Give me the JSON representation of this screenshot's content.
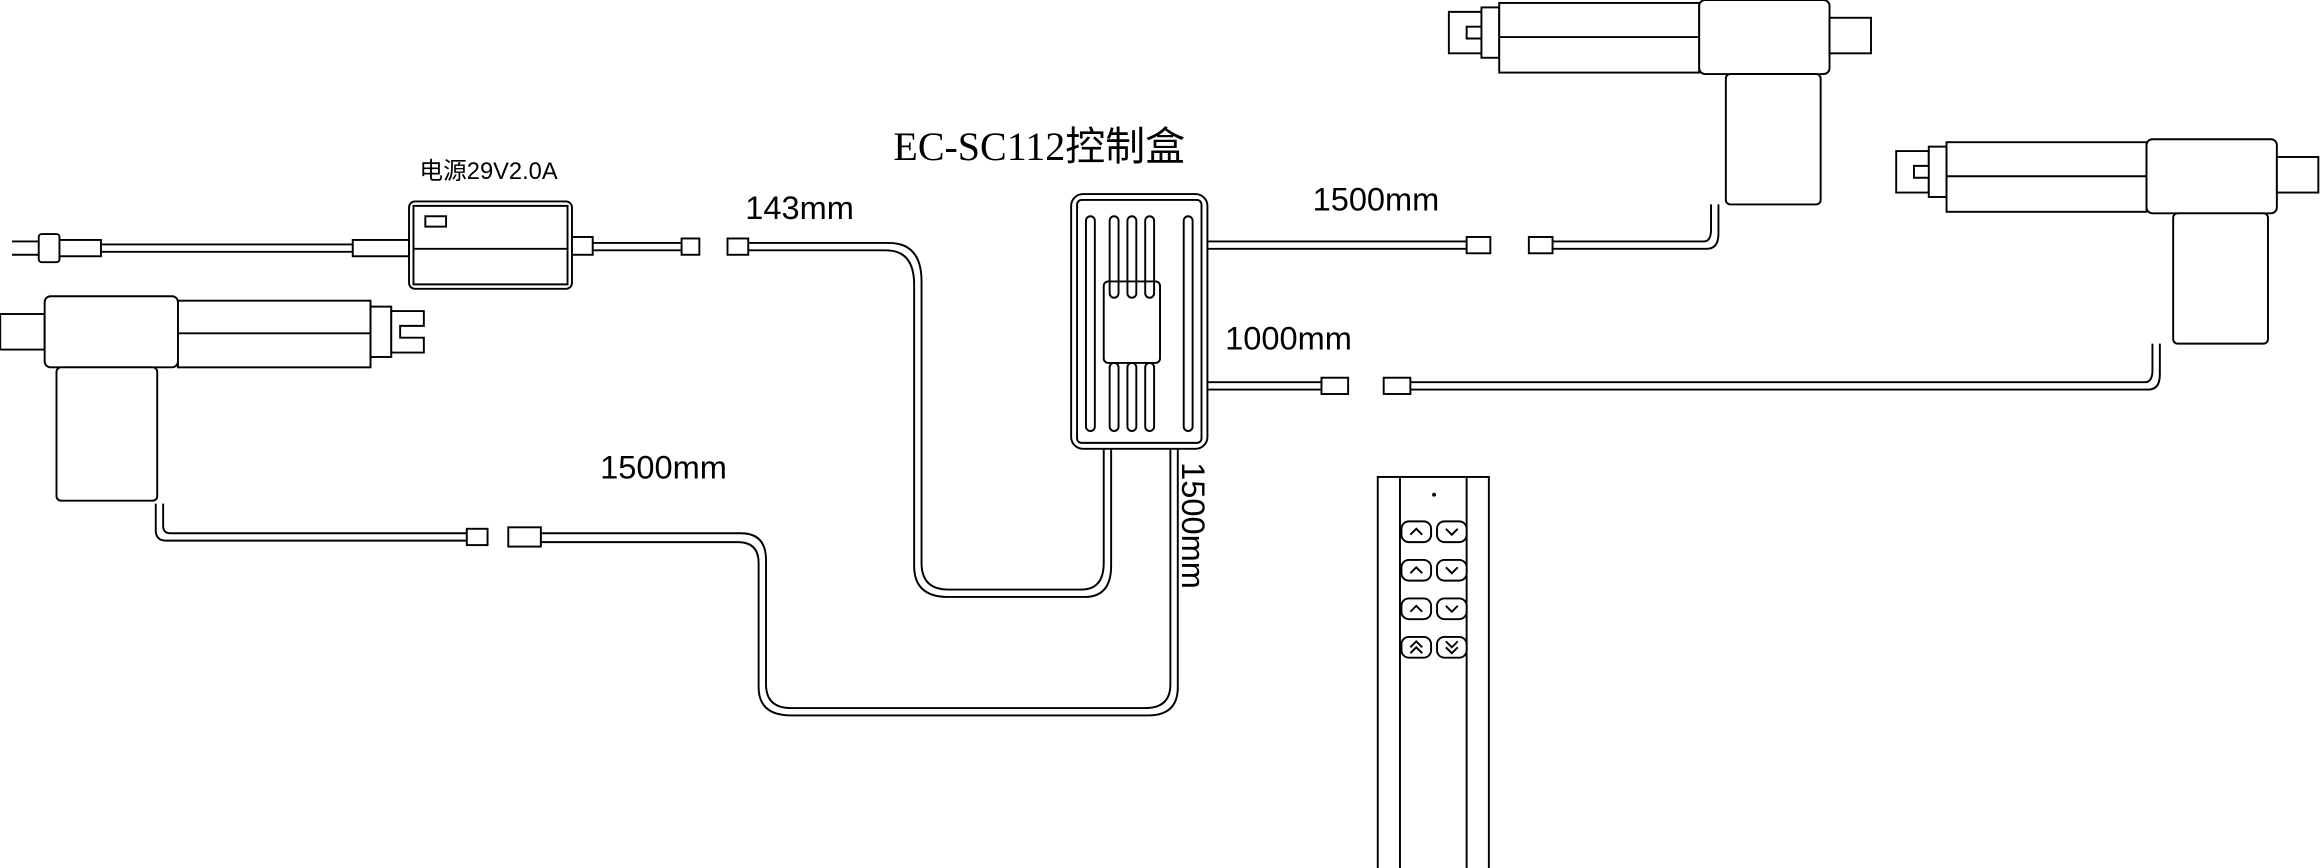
{
  "title": "EC-SC112控制盒",
  "power_supply_label": "电源29V2.0A",
  "cable_labels": {
    "adapter_cable": "143mm",
    "top_actuator_cable": "1500mm",
    "right_actuator_cable": "1000mm",
    "left_actuator_cable": "1500mm",
    "control_box_down_cable": "1500mm"
  },
  "remote": {
    "buttons": [
      {
        "up": "up-icon",
        "down": "down-icon"
      },
      {
        "up": "up-icon",
        "down": "down-icon"
      },
      {
        "up": "up-icon",
        "down": "down-icon"
      },
      {
        "up": "double-up-icon",
        "down": "double-down-icon"
      }
    ]
  }
}
